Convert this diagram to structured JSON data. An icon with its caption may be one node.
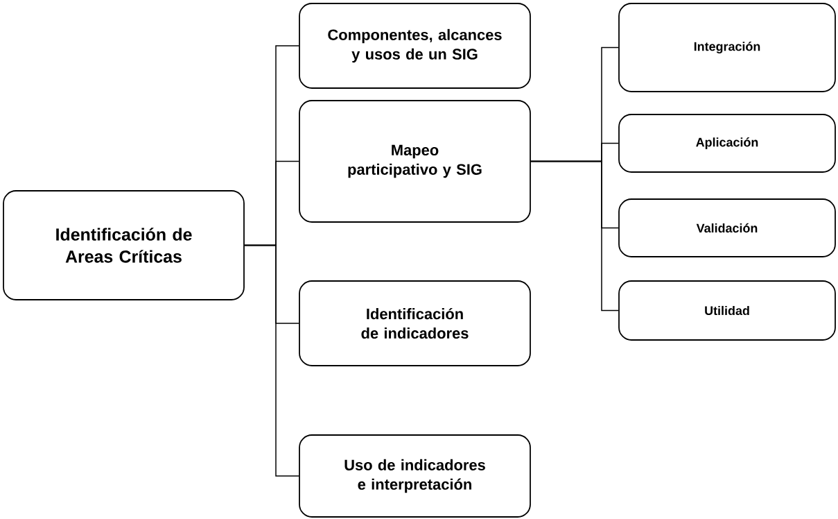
{
  "diagram": {
    "nodes": [
      {
        "text": [
          "Identificación de Areas Críticas"
        ]
      },
      {
        "text": [
          "Componentes, alcances y usos de un SIG"
        ]
      },
      {
        "text": [
          "Mapeo participativo y SIG"
        ]
      },
      {
        "text": [
          "Identificación de indicadores"
        ]
      },
      {
        "text": [
          "Uso de indicadores e interpretación"
        ]
      },
      {
        "text": [
          "Integración"
        ]
      },
      {
        "text": [
          "Aplicación"
        ]
      },
      {
        "text": [
          "Validación"
        ]
      },
      {
        "text": [
          "Utilidad"
        ]
      }
    ],
    "edges": [
      {
        "from": 0,
        "to": 1,
        "arrow": "none"
      },
      {
        "from": 0,
        "to": 2,
        "arrow": "none"
      },
      {
        "from": 0,
        "to": 3,
        "arrow": "none"
      },
      {
        "from": 0,
        "to": 4,
        "arrow": "none"
      },
      {
        "from": 2,
        "to": 5,
        "arrow": "none"
      },
      {
        "from": 2,
        "to": 6,
        "arrow": "none"
      },
      {
        "from": 2,
        "to": 7,
        "arrow": "none"
      },
      {
        "from": 2,
        "to": 8,
        "arrow": "none"
      }
    ]
  }
}
